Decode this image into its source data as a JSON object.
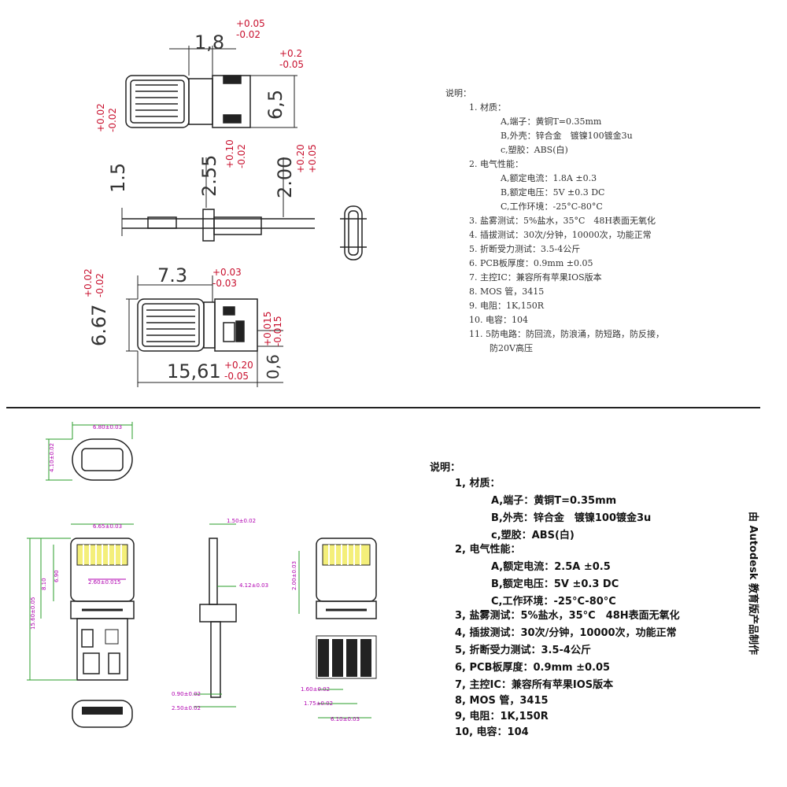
{
  "top_dims": {
    "d18": "1,8",
    "d18_tol_plus": "+0.05",
    "d18_tol_minus": "-0.02",
    "d65": "6,5",
    "d65_tol_plus": "+0.2",
    "d65_tol_minus": "-0.05",
    "left_tol_plus": "+0.02",
    "left_tol_minus": "-0.02",
    "d15": "1.5",
    "d255": "2.55",
    "d255_tol_plus": "+0.10",
    "d255_tol_minus": "-0.02",
    "d200": "2.00",
    "d200_tol_plus": "+0.20",
    "d200_tol_minus": "+0.05",
    "d73": "7.3",
    "d73_tol_plus": "+0.03",
    "d73_tol_minus": "-0.03",
    "d667": "6.67",
    "d667_tol_plus": "+0.02",
    "d667_tol_minus": "-0.02",
    "d06": "0,6",
    "d06_tol_plus": "+0.015",
    "d06_tol_minus": "-0.015",
    "d1561": "15,61",
    "d1561_tol_plus": "+0.20",
    "d1561_tol_minus": "-0.05"
  },
  "notes1": {
    "title": "说明：",
    "lines": [
      "1. 材质：",
      "A,端子：黄铜T=0.35mm",
      "B,外壳：锌合金　镀镍100镀金3u",
      "c,塑胶：ABS(白)",
      "2. 电气性能：",
      "A,额定电流：1.8A ±0.3",
      "B,额定电压：5V ±0.3 DC",
      "C,工作环境：-25°C-80°C",
      "3. 盐雾测试：5%盐水，35°C　48H表面无氧化",
      "4. 插拔测试：30次/分钟，10000次，功能正常",
      "5. 折断受力测试：3.5-4公斤",
      "6. PCB板厚度：0.9mm ±0.05",
      "7. 主控IC：兼容所有苹果IOS版本",
      "8. MOS 管，3415",
      "9. 电阻：1K,150R",
      "10. 电容：104",
      "11. 5防电路：防回流，防浪涌，防短路，防反接，",
      "防20V高压"
    ]
  },
  "bottom_dims": {
    "top_width": "6.80±0.03",
    "oval_height": "4.10±0.02",
    "plug_width": "6.65±0.03",
    "inner_h": "6.90",
    "side_h": "8.10",
    "gap": "2.60±0.015",
    "total_len": "15.60±0.05",
    "thick": "1.50±0.02",
    "side_t": "4.12±0.03",
    "right_h": "2.00±0.03",
    "pcb_t": "0.90±0.02",
    "tip": "2.50±0.02",
    "pad_w": "1.60±0.02",
    "pad_pitch": "1.75±0.02",
    "pad_total": "6.10±0.03"
  },
  "notes2": {
    "title": "说明：",
    "lines": [
      "1, 材质：",
      "A,端子：黄铜T=0.35mm",
      "B,外壳：锌合金　镀镍100镀金3u",
      "c,塑胶：ABS(白)",
      "2, 电气性能：",
      "A,额定电流：2.5A ±0.5",
      "B,额定电压：5V ±0.3 DC",
      "C,工作环境：-25°C-80°C",
      "3, 盐雾测试：5%盐水，35°C　48H表面无氧化",
      "4, 插拔测试：30次/分钟，10000次，功能正常",
      "5, 折断受力测试：3.5-4公斤",
      "6, PCB板厚度：0.9mm ±0.05",
      "7, 主控IC：兼容所有苹果IOS版本",
      "8, MOS 管，3415",
      "9, 电阻：1K,150R",
      "10, 电容：104"
    ]
  },
  "sidebar": {
    "label": "由 Autodesk 教育版产品制作"
  },
  "colors": {
    "dim_red": "#c8102e",
    "dim_magenta": "#b000b0",
    "dim_green": "#2a9d2a",
    "pin_yellow": "#f4ef7a"
  }
}
